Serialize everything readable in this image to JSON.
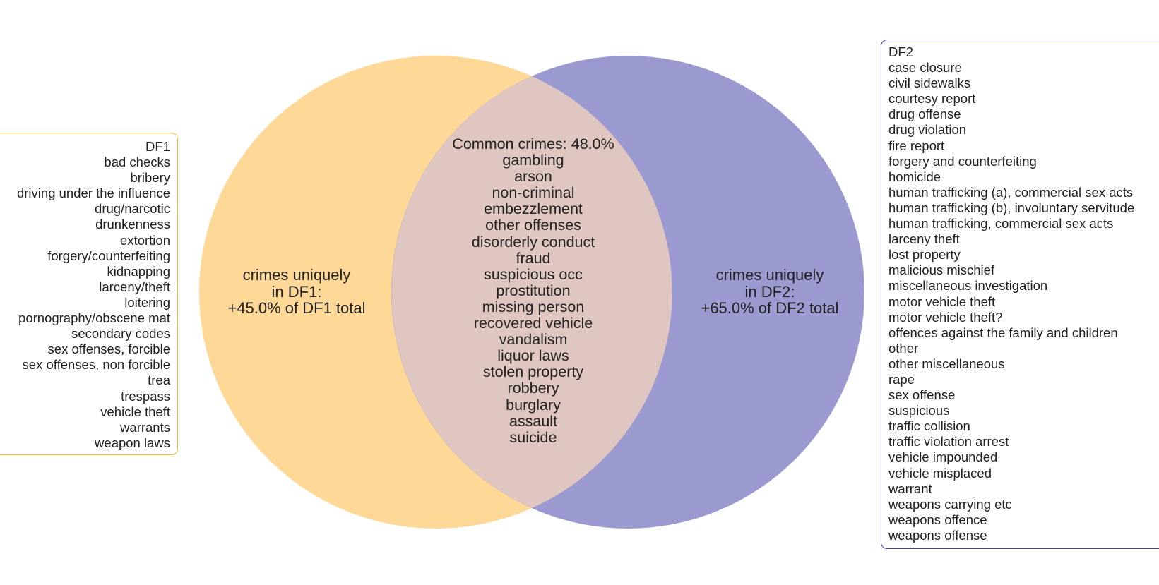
{
  "colors": {
    "df1_circle": "#fdd897",
    "df2_circle": "#9b9ad0",
    "overlap": "#e0c6c0",
    "df1_border": "#f5b82a",
    "df2_border": "#3b3fb0"
  },
  "df1": {
    "title": "DF1",
    "unique_label": "crimes uniquely\nin DF1:\n+45.0% of DF1 total",
    "items": [
      "bad checks",
      "bribery",
      "driving under the influence",
      "drug/narcotic",
      "drunkenness",
      "extortion",
      "forgery/counterfeiting",
      "kidnapping",
      "larceny/theft",
      "loitering",
      "pornography/obscene mat",
      "secondary codes",
      "sex offenses, forcible",
      "sex offenses, non forcible",
      "trea",
      "trespass",
      "vehicle theft",
      "warrants",
      "weapon laws"
    ]
  },
  "df2": {
    "title": "DF2",
    "unique_label": "crimes uniquely\nin DF2:\n+65.0% of DF2 total",
    "items": [
      "case closure",
      "civil sidewalks",
      "courtesy report",
      "drug offense",
      "drug violation",
      "fire report",
      "forgery and counterfeiting",
      "homicide",
      "human trafficking (a), commercial sex acts",
      "human trafficking (b), involuntary servitude",
      "human trafficking, commercial sex acts",
      "larceny theft",
      "lost property",
      "malicious mischief",
      "miscellaneous investigation",
      "motor vehicle theft",
      "motor vehicle theft?",
      "offences against the family and children",
      "other",
      "other miscellaneous",
      "rape",
      "sex offense",
      "suspicious",
      "traffic collision",
      "traffic violation arrest",
      "vehicle impounded",
      "vehicle misplaced",
      "warrant",
      "weapons carrying etc",
      "weapons offence",
      "weapons offense"
    ]
  },
  "common": {
    "title": "Common crimes: 48.0%",
    "items": [
      "gambling",
      "arson",
      "non-criminal",
      "embezzlement",
      "other offenses",
      "disorderly conduct",
      "fraud",
      "suspicious occ",
      "prostitution",
      "missing person",
      "recovered vehicle",
      "vandalism",
      "liquor laws",
      "stolen property",
      "robbery",
      "burglary",
      "assault",
      "suicide"
    ]
  }
}
